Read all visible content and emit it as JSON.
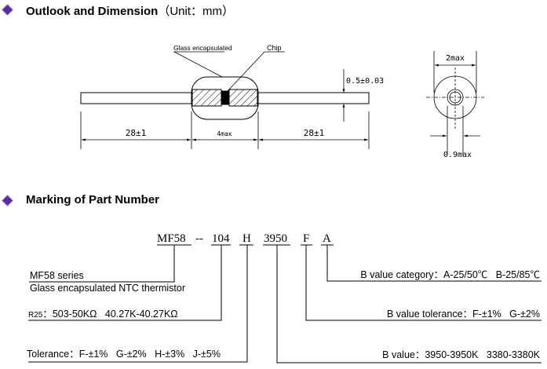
{
  "section1": {
    "title": "Outlook and Dimension",
    "unit": "（Unit：mm）"
  },
  "diagram": {
    "glass_label": "Glass encapsulated",
    "chip_label": "Chip",
    "lead_diameter": "0.5±0.03",
    "left_lead_length": "28±1",
    "body_length": "4max",
    "right_lead_length": "28±1",
    "body_diameter": "2max",
    "chip_width": "0.9max"
  },
  "section2": {
    "title": "Marking of Part Number"
  },
  "part_number": {
    "p1": "MF58",
    "sep": "--",
    "p2": "104",
    "p3": "H",
    "p4": "3950",
    "p5": "F",
    "p6": "A"
  },
  "legend": {
    "series": "MF58 series",
    "series_desc": "Glass encapsulated NTC thermistor",
    "r25_label": "R25",
    "r25_values": "：503-50KΩ   40.27K-40.27KΩ",
    "tolerance": "Tolerance：F-±1%   G-±2%   H-±3%   J-±5%",
    "b_category": "B value category：A-25/50℃   B-25/85℃",
    "b_tolerance": "B value tolerance：F-±1%   G-±2%",
    "b_value": "B value：3950-3950K   3380-3380K"
  }
}
